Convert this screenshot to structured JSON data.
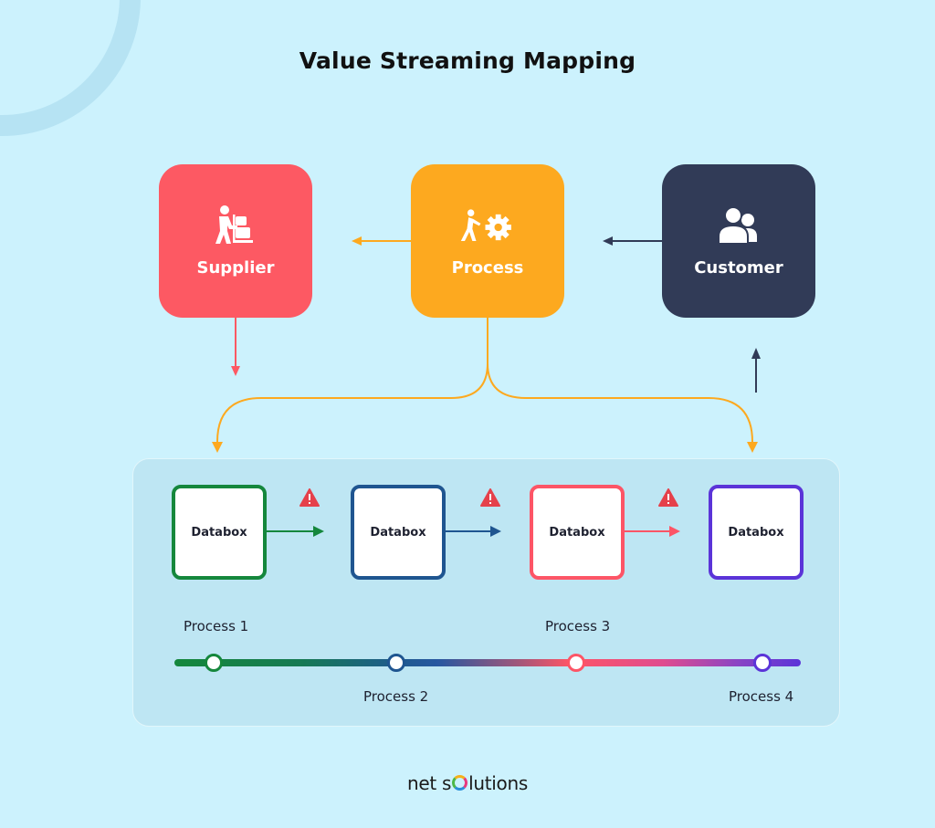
{
  "title": "Value Streaming Mapping",
  "top_nodes": {
    "supplier": {
      "label": "Supplier",
      "icon": "worker-with-cart-icon",
      "color": "#fd5963"
    },
    "process": {
      "label": "Process",
      "icon": "person-pushing-gear-icon",
      "color": "#fda91f"
    },
    "customer": {
      "label": "Customer",
      "icon": "users-icon",
      "color": "#313b57"
    }
  },
  "flow": [
    {
      "from": "customer",
      "to": "process"
    },
    {
      "from": "process",
      "to": "supplier"
    },
    {
      "from": "supplier",
      "to": "databox-1"
    },
    {
      "from": "process",
      "to": "databox-1"
    },
    {
      "from": "process",
      "to": "databox-4"
    },
    {
      "from": "databox-4",
      "to": "customer"
    }
  ],
  "databoxes": [
    {
      "label": "Databox",
      "color": "#15873c",
      "warning_after": true
    },
    {
      "label": "Databox",
      "color": "#1f5590",
      "warning_after": true
    },
    {
      "label": "Databox",
      "color": "#fd5566",
      "warning_after": true
    },
    {
      "label": "Databox",
      "color": "#5b34d8",
      "warning_after": false
    }
  ],
  "timeline": {
    "steps": [
      "Process 1",
      "Process 2",
      "Process 3",
      "Process 4"
    ],
    "colors": [
      "#15873c",
      "#1f5590",
      "#fd5566",
      "#5b34d8"
    ]
  },
  "warning_color": "#e5414b",
  "brand": {
    "prefix": "net s",
    "suffix": "lutions"
  }
}
